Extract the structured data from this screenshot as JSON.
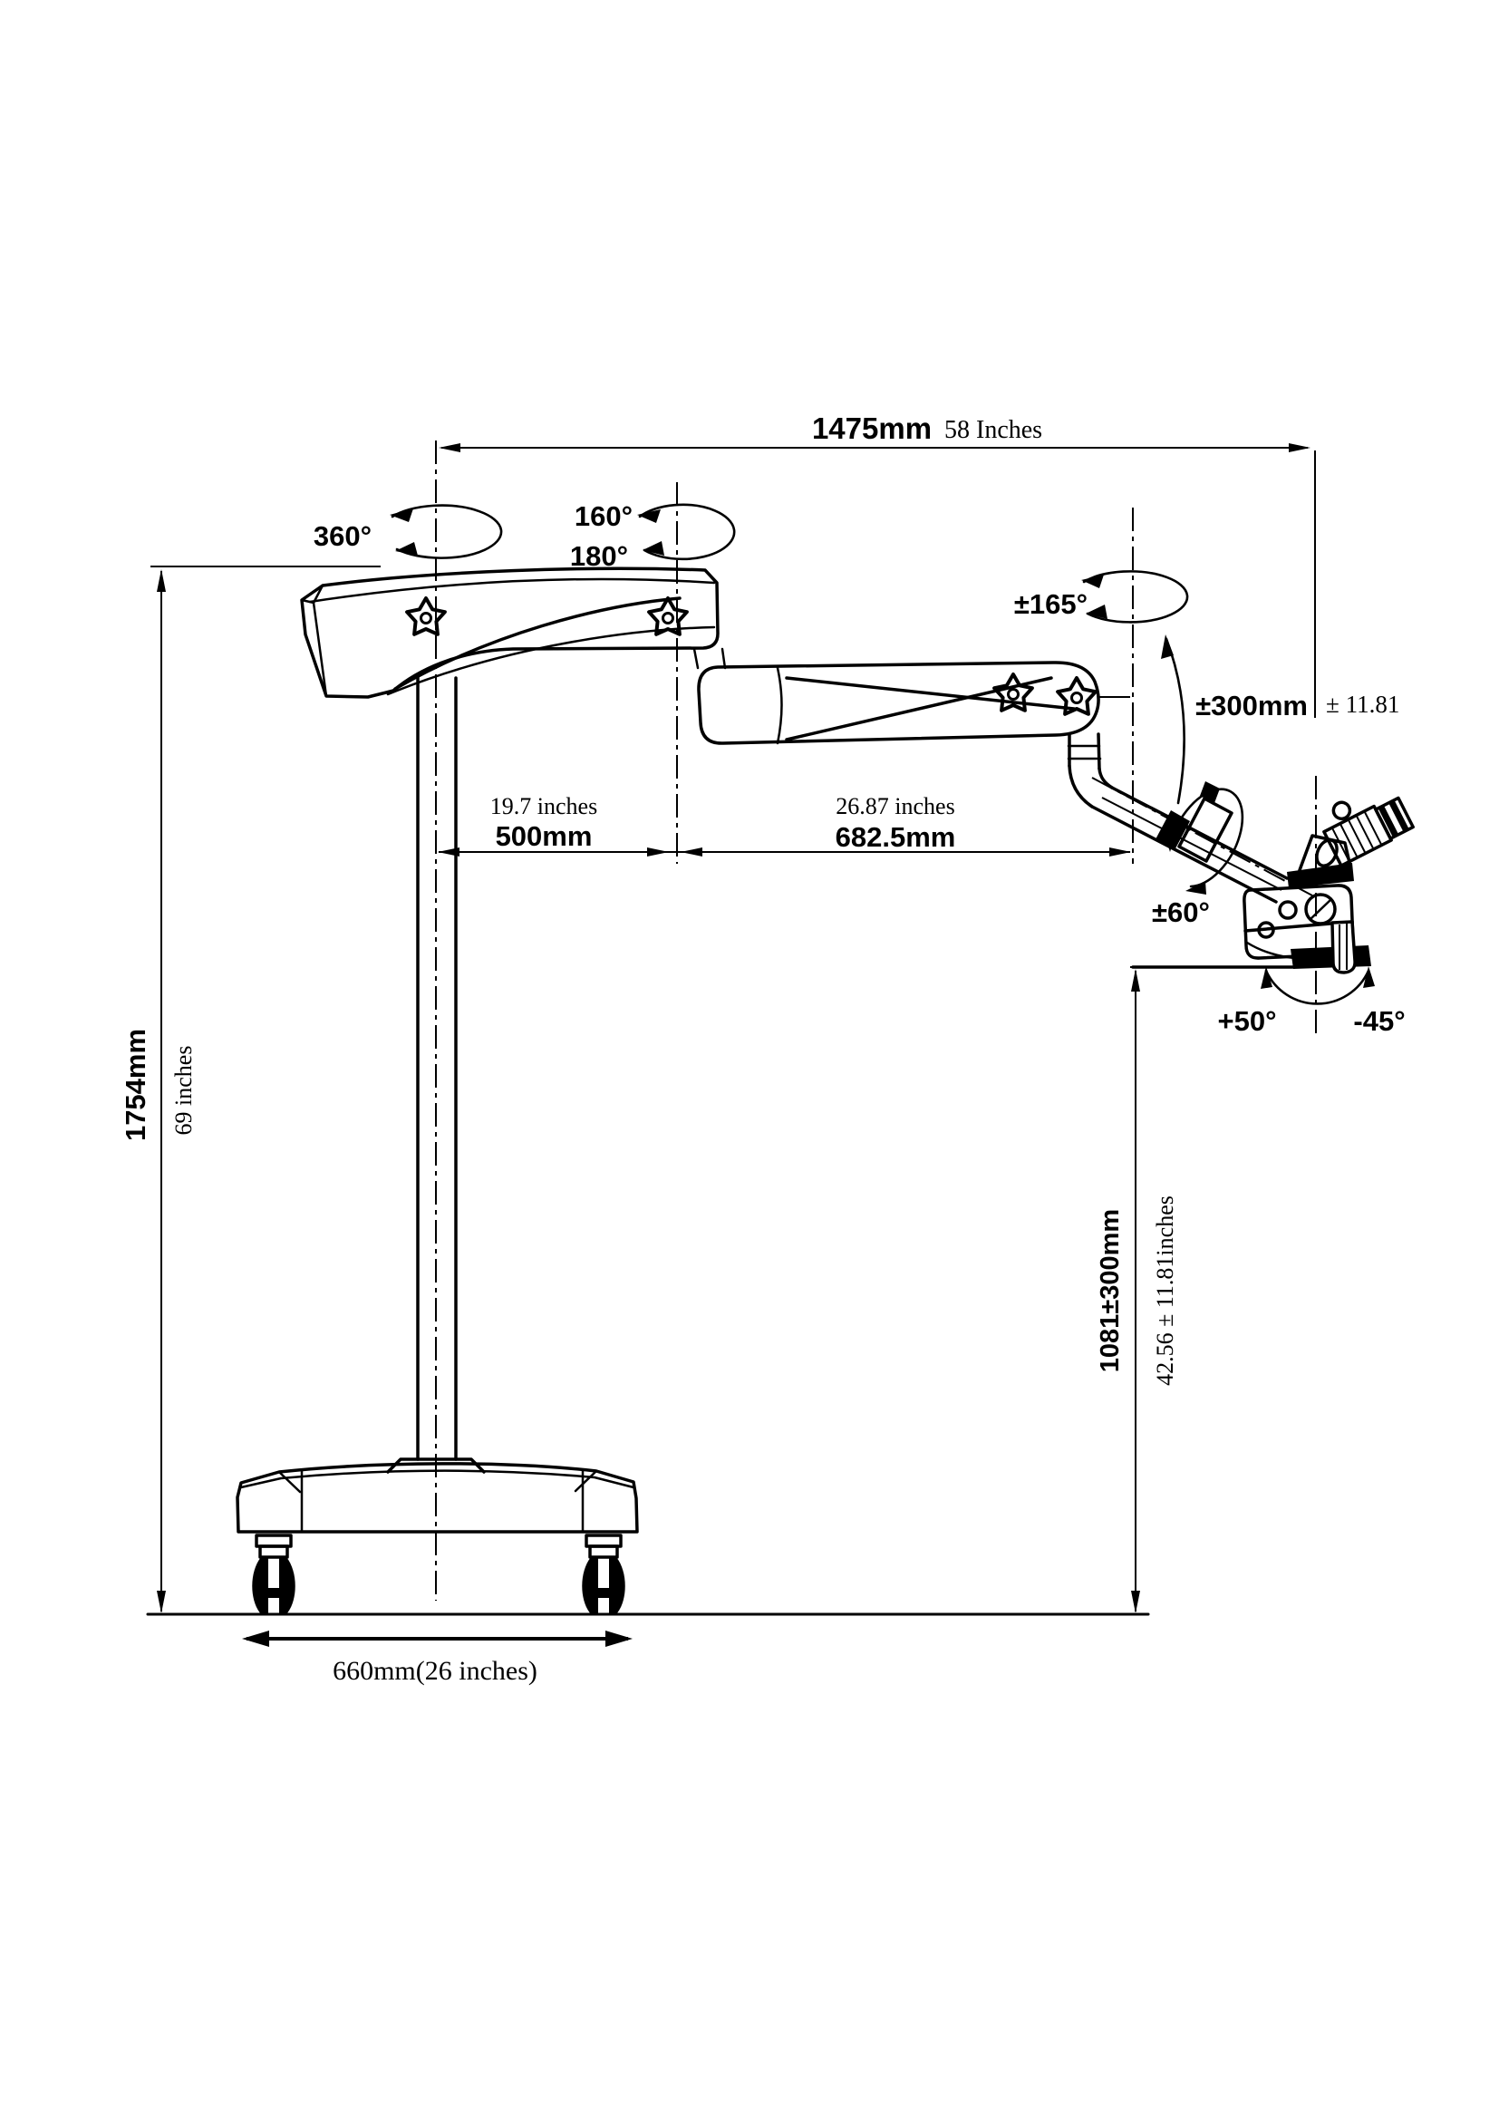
{
  "figure": {
    "type": "technical-dimension-drawing",
    "colors": {
      "line": "#000000",
      "background": "#ffffff"
    },
    "labels": {
      "span_mm": "1475mm",
      "span_in": "58 Inches",
      "rot_column": "360°",
      "rot_arm_upper": "160°",
      "rot_arm_lower": "180°",
      "rot_second": "±165°",
      "travel_mm": "±300mm",
      "travel_in": "± 11.81",
      "reach1_in": "19.7 inches",
      "reach1_mm": "500mm",
      "reach2_in": "26.87 inches",
      "reach2_mm": "682.5mm",
      "tilt_scope": "±60°",
      "tilt_fwd": "+50°",
      "tilt_back": "-45°",
      "height_mm": "1754mm",
      "height_in": "69 inches",
      "work_mm": "1081±300mm",
      "work_in": "42.56 ± 11.81inches",
      "base_width": "660mm(26 inches)"
    }
  }
}
